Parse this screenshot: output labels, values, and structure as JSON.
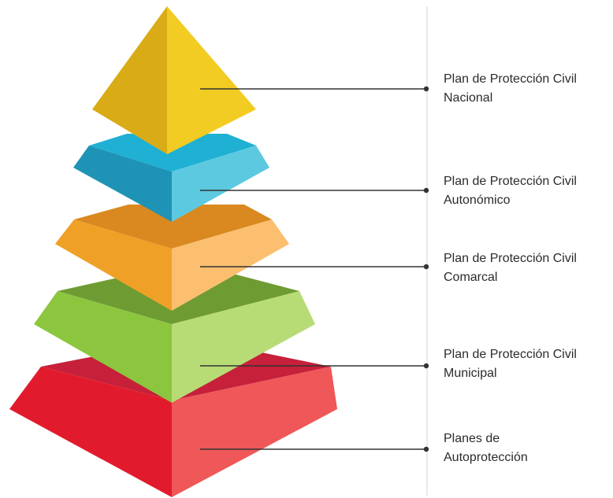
{
  "levels": [
    {
      "line1": "Plan de Protección Civil",
      "line2": "Nacional",
      "colors": {
        "left": "#d9ab16",
        "right": "#f2cc22"
      }
    },
    {
      "line1": "Plan de Protección Civil",
      "line2": "Autonómico",
      "colors": {
        "top": "#1fb0d3",
        "left": "#1f93b6",
        "right": "#5cc9e0"
      }
    },
    {
      "line1": "Plan de Protección Civil",
      "line2": "Comarcal",
      "colors": {
        "top": "#d9891f",
        "left": "#efa127",
        "right": "#fbbf6f"
      }
    },
    {
      "line1": "Plan de Protección Civil",
      "line2": "Municipal",
      "colors": {
        "top": "#6f9b33",
        "left": "#8cc63f",
        "right": "#b7dc76"
      }
    },
    {
      "line1": "Planes de",
      "line2": "Autoprotección",
      "colors": {
        "top": "#c6203a",
        "left": "#e11b2d",
        "right": "#ef5759"
      }
    }
  ],
  "connector_color": "#333333",
  "divider_color": "#dddddd"
}
